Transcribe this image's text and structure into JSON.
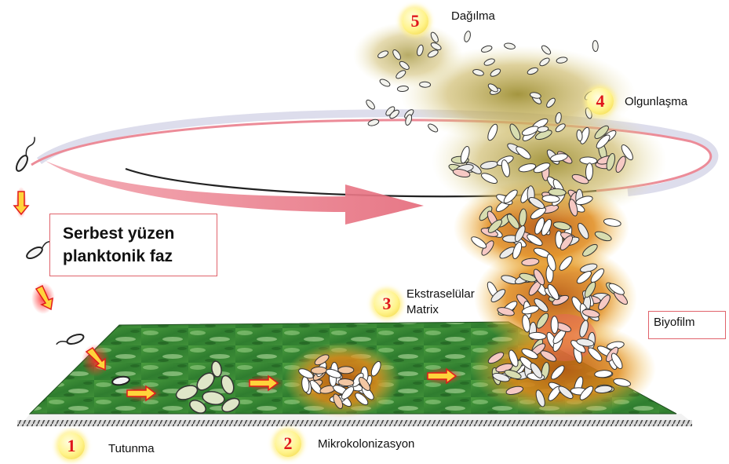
{
  "labels": {
    "dispersion": "Dağılma",
    "maturation": "Olgunlaşma",
    "planktonic_line1": "Serbest yüzen",
    "planktonic_line2": "planktonik faz",
    "matrix_line1": "Ekstraselülar",
    "matrix_line2": "Matrix",
    "biofilm": "Biyofilm",
    "attachment": "Tutunma",
    "microcolonization": "Mikrokolonizasyon"
  },
  "stages": {
    "s1": "1",
    "s2": "2",
    "s3": "3",
    "s4": "4",
    "s5": "5"
  },
  "colors": {
    "surface_green": "#2f7d2f",
    "matrix_orange": "#e08a1a",
    "arrow_pink": "#e8707e",
    "arrow_red": "#e21b1b",
    "marker_yellow": "#fff38a",
    "label_border": "#e0626b"
  }
}
